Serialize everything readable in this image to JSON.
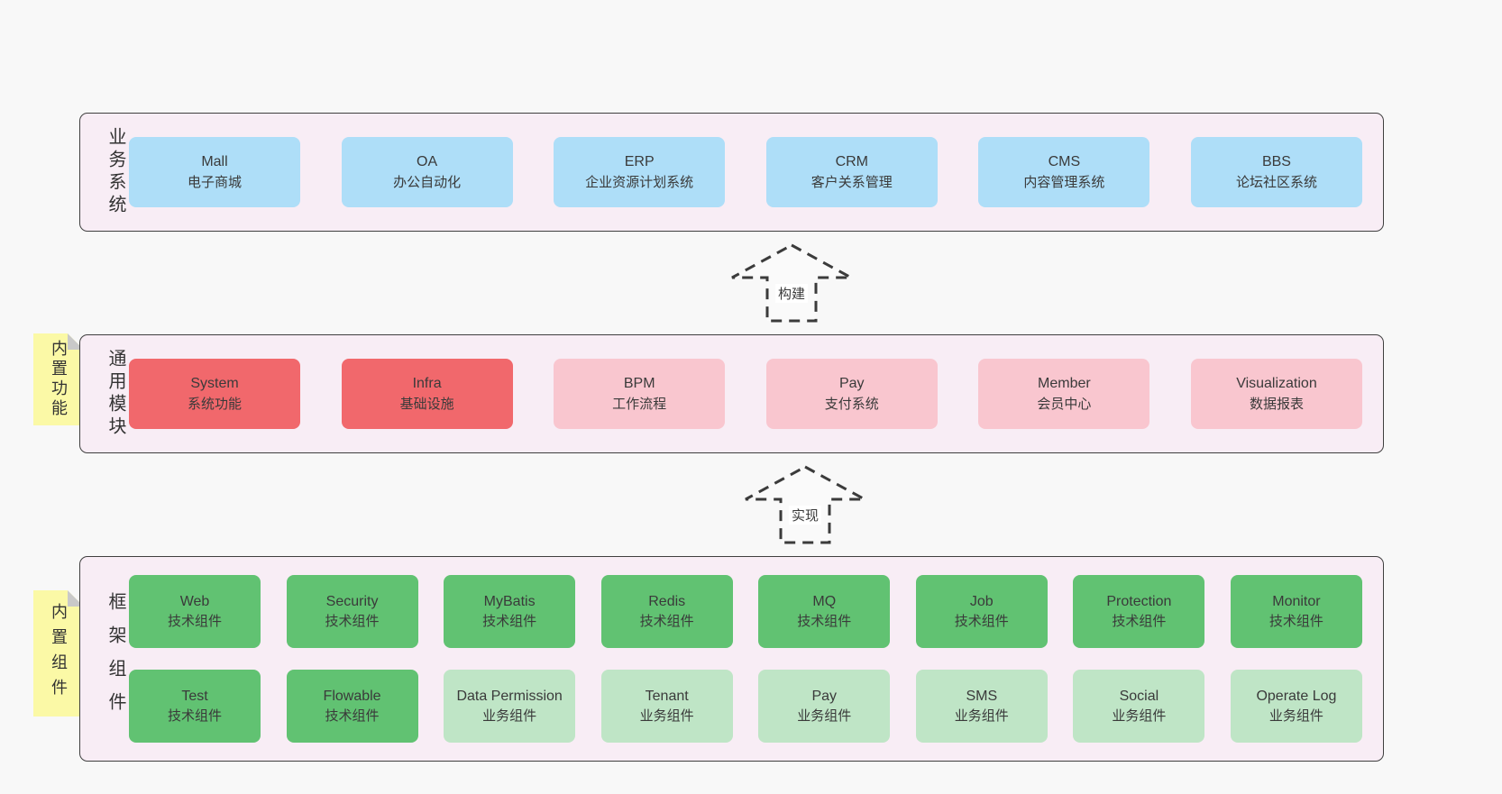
{
  "diagram": {
    "background": "#f8f8f8"
  },
  "colors": {
    "panel_background": "#f8edf5",
    "panel_border": "#3f3f3f",
    "business_box": "#aedef8",
    "module_box_highlight": "#f1686c",
    "module_box": "#f9c6cf",
    "tech_component_box": "#61c272",
    "biz_component_box": "#bfe5c6",
    "note_background": "#fbf9a6"
  },
  "arrows": [
    {
      "label": "构建"
    },
    {
      "label": "实现"
    }
  ],
  "layers": {
    "business": {
      "label": "业务系统",
      "boxes": [
        {
          "name": "Mall",
          "subtitle": "电子商城"
        },
        {
          "name": "OA",
          "subtitle": "办公自动化"
        },
        {
          "name": "ERP",
          "subtitle": "企业资源计划系统"
        },
        {
          "name": "CRM",
          "subtitle": "客户关系管理"
        },
        {
          "name": "CMS",
          "subtitle": "内容管理系统"
        },
        {
          "name": "BBS",
          "subtitle": "论坛社区系统"
        }
      ]
    },
    "modules": {
      "label": "通用模块",
      "note": "内置功能",
      "boxes": [
        {
          "name": "System",
          "subtitle": "系统功能",
          "variant": "red"
        },
        {
          "name": "Infra",
          "subtitle": "基础设施",
          "variant": "red"
        },
        {
          "name": "BPM",
          "subtitle": "工作流程",
          "variant": "pink"
        },
        {
          "name": "Pay",
          "subtitle": "支付系统",
          "variant": "pink"
        },
        {
          "name": "Member",
          "subtitle": "会员中心",
          "variant": "pink"
        },
        {
          "name": "Visualization",
          "subtitle": "数据报表",
          "variant": "pink"
        }
      ]
    },
    "components": {
      "label": "框架组件",
      "note": "内置组件",
      "rows": [
        [
          {
            "name": "Web",
            "subtitle": "技术组件",
            "variant": "green"
          },
          {
            "name": "Security",
            "subtitle": "技术组件",
            "variant": "green"
          },
          {
            "name": "MyBatis",
            "subtitle": "技术组件",
            "variant": "green"
          },
          {
            "name": "Redis",
            "subtitle": "技术组件",
            "variant": "green"
          },
          {
            "name": "MQ",
            "subtitle": "技术组件",
            "variant": "green"
          },
          {
            "name": "Job",
            "subtitle": "技术组件",
            "variant": "green"
          },
          {
            "name": "Protection",
            "subtitle": "技术组件",
            "variant": "green"
          },
          {
            "name": "Monitor",
            "subtitle": "技术组件",
            "variant": "green"
          }
        ],
        [
          {
            "name": "Test",
            "subtitle": "技术组件",
            "variant": "green"
          },
          {
            "name": "Flowable",
            "subtitle": "技术组件",
            "variant": "green"
          },
          {
            "name": "Data Permission",
            "subtitle": "业务组件",
            "variant": "green-light"
          },
          {
            "name": "Tenant",
            "subtitle": "业务组件",
            "variant": "green-light"
          },
          {
            "name": "Pay",
            "subtitle": "业务组件",
            "variant": "green-light"
          },
          {
            "name": "SMS",
            "subtitle": "业务组件",
            "variant": "green-light"
          },
          {
            "name": "Social",
            "subtitle": "业务组件",
            "variant": "green-light"
          },
          {
            "name": "Operate Log",
            "subtitle": "业务组件",
            "variant": "green-light"
          }
        ]
      ]
    }
  }
}
